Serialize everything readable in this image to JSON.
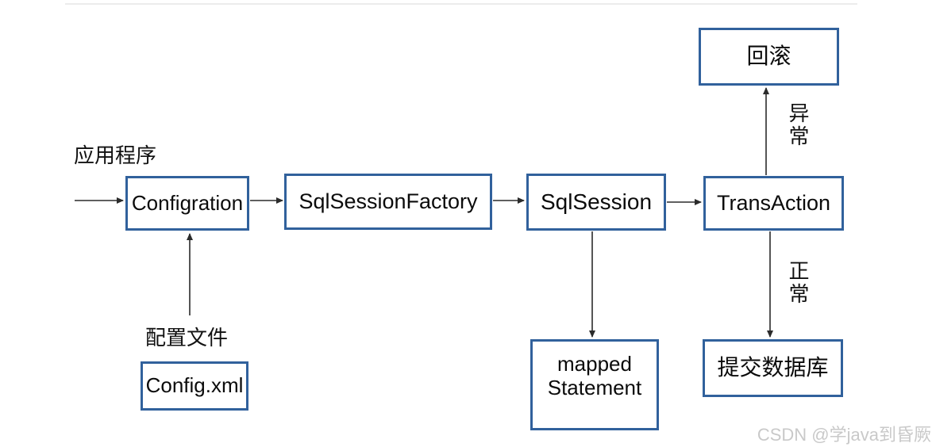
{
  "diagram": {
    "nodes": {
      "rollback": {
        "label": "回滚"
      },
      "configration": {
        "label": "Configration"
      },
      "sql_session_factory": {
        "label": "SqlSessionFactory"
      },
      "sql_session": {
        "label": "SqlSession"
      },
      "transaction": {
        "label": "TransAction"
      },
      "mapped_statement": {
        "label": "mapped Statement"
      },
      "commit_database": {
        "label": "提交数据库"
      },
      "config_xml": {
        "label": "Config.xml"
      }
    },
    "labels": {
      "application": "应用程序",
      "config_file": "配置文件",
      "exception": "异常",
      "normal": "正常"
    },
    "edges": [
      "application -> Configration",
      "Configration -> SqlSessionFactory",
      "SqlSessionFactory -> SqlSession",
      "SqlSession -> TransAction",
      "TransAction -> 回滚 (异常)",
      "TransAction -> 提交数据库 (正常)",
      "SqlSession -> mapped Statement",
      "配置文件/Config.xml -> Configration"
    ],
    "colors": {
      "box_border": "#31619c",
      "arrow": "#2b2b2b",
      "text": "#0b0b0b",
      "watermark": "#c9c9c9",
      "divider": "#ececec"
    }
  },
  "watermark": {
    "text": "CSDN @学java到昏厥"
  }
}
